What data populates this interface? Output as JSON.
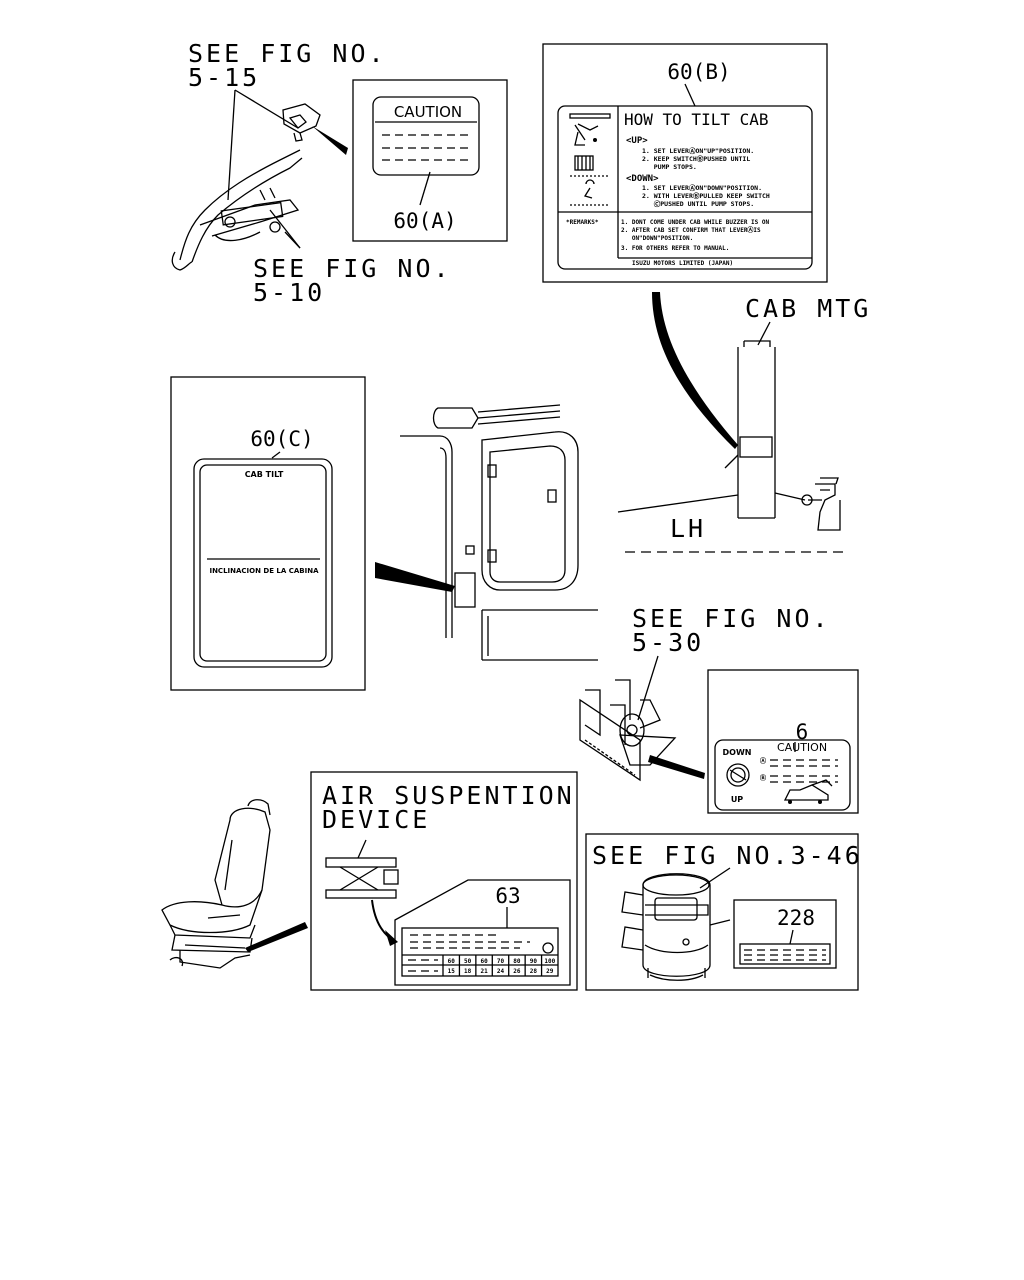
{
  "callouts": {
    "see_fig_5_15_line1": "SEE FIG NO.",
    "see_fig_5_15_line2": "5-15",
    "see_fig_5_10_line1": "SEE FIG NO.",
    "see_fig_5_10_line2": "5-10",
    "see_fig_5_30_line1": "SEE FIG NO.",
    "see_fig_5_30_line2": "5-30",
    "see_fig_3_46": "SEE FIG NO.3-46",
    "cab_mtg": "CAB MTG",
    "lh": "LH",
    "air_suspension_line1": "AIR SUSPENTION",
    "air_suspension_line2": "DEVICE"
  },
  "label_60a": {
    "part_no": "60(A)",
    "title": "CAUTION"
  },
  "label_60b": {
    "part_no": "60(B)",
    "title": "HOW TO TILT CAB",
    "up_heading": "<UP>",
    "up_steps": [
      "1. SET LEVERⒶON\"UP\"POSITION.",
      "2. KEEP SWITCHⒷPUSHED UNTIL",
      "   PUMP STOPS."
    ],
    "down_heading": "<DOWN>",
    "down_steps": [
      "1. SET LEVERⒶON\"DOWN\"POSITION.",
      "2. WITH LEVERⒷPULLED KEEP SWITCH",
      "   ⒸPUSHED UNTIL PUMP STOPS."
    ],
    "remarks_label": "*REMARKS*",
    "remarks": [
      "1. DONT COME UNDER CAB WHILE BUZZER IS ON",
      "2. AFTER CAB SET CONFIRM THAT LEVERⒶIS",
      "   ON\"DOWN\"POSITION.",
      "3. FOR OTHERS REFER TO MANUAL."
    ],
    "footer": "ISUZU MOTORS LIMITED (JAPAN)"
  },
  "label_60c": {
    "part_no": "60(C)",
    "top_text": "CAB TILT",
    "bottom_text": "INCLINACION DE LA CABINA"
  },
  "label_6": {
    "part_no": "6",
    "title": "CAUTION",
    "down_label": "DOWN",
    "up_label": "UP"
  },
  "label_63": {
    "part_no": "63",
    "table_row1": [
      "60",
      "50",
      "60",
      "70",
      "80",
      "90",
      "100"
    ],
    "table_row2": [
      "15",
      "18",
      "21",
      "24",
      "26",
      "28",
      "29"
    ]
  },
  "label_228": {
    "part_no": "228"
  }
}
